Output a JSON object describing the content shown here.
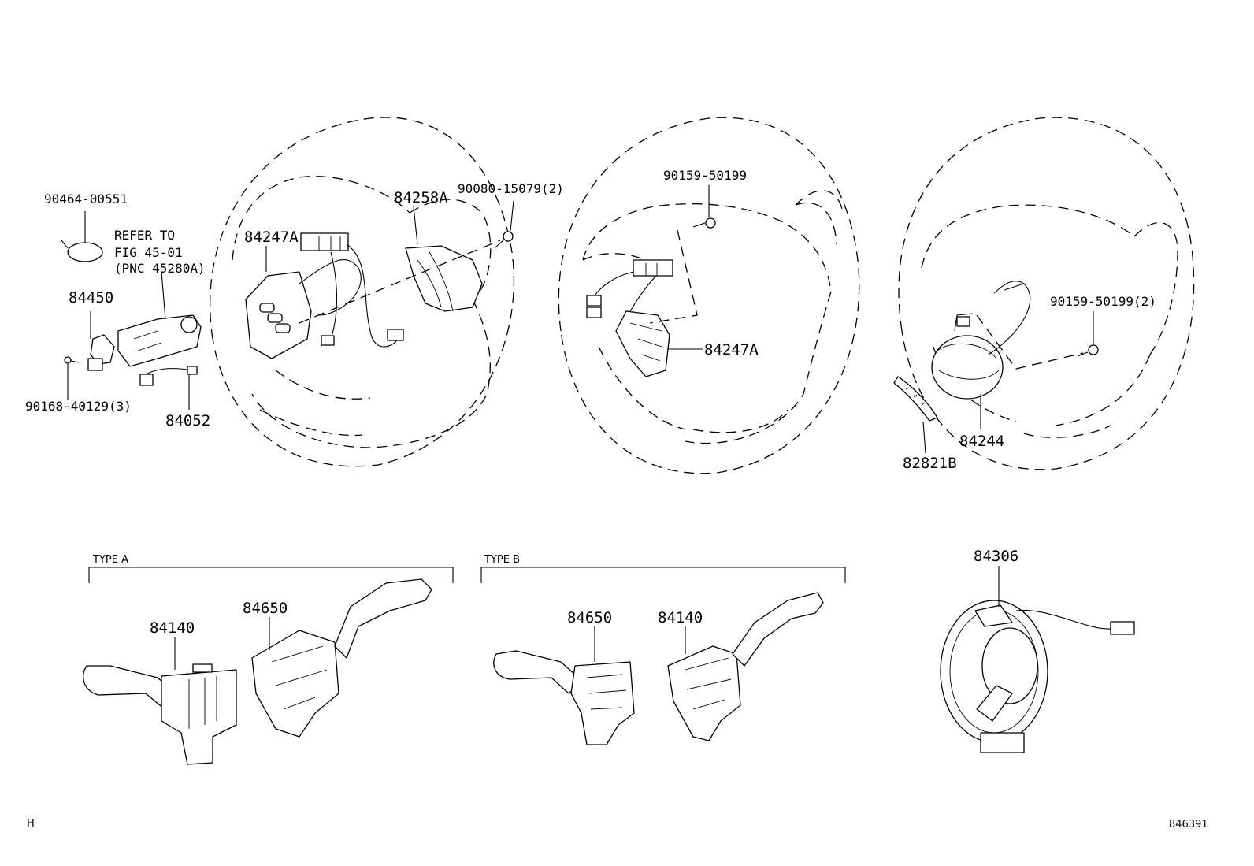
{
  "labels": {
    "p90464": "90464-00551",
    "refer1": "REFER TO",
    "refer2": "FIG 45-01",
    "refer3": "(PNC 45280A)",
    "p84450": "84450",
    "p90168": "90168-40129(3)",
    "p84052": "84052",
    "p84247A_1": "84247A",
    "p84258A": "84258A",
    "p90080": "90080-15079(2)",
    "p90159_1": "90159-50199",
    "p84247A_2": "84247A",
    "p90159_2": "90159-50199(2)",
    "p84244": "84244",
    "p82821B": "82821B",
    "typeA": "TYPE A",
    "typeB": "TYPE B",
    "p84140_a": "84140",
    "p84650_a": "84650",
    "p84650_b": "84650",
    "p84140_b": "84140",
    "p84306": "84306",
    "corner": "H",
    "figno": "846391"
  }
}
